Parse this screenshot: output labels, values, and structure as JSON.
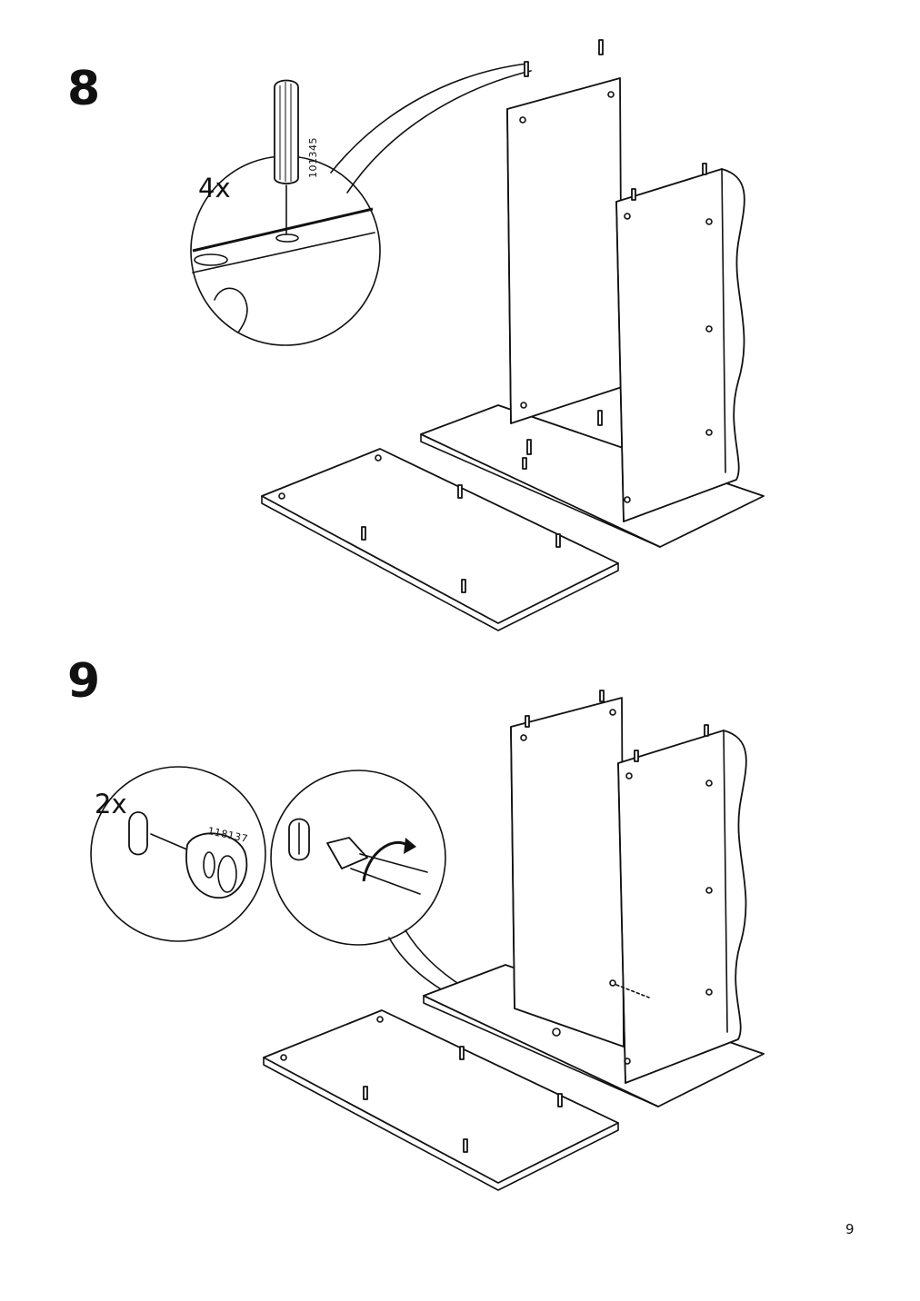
{
  "steps": [
    {
      "number": "8",
      "quantity": "4x",
      "part_number": "101345"
    },
    {
      "number": "9",
      "quantity": "2x",
      "part_number": "118137"
    }
  ],
  "page_number": "9"
}
